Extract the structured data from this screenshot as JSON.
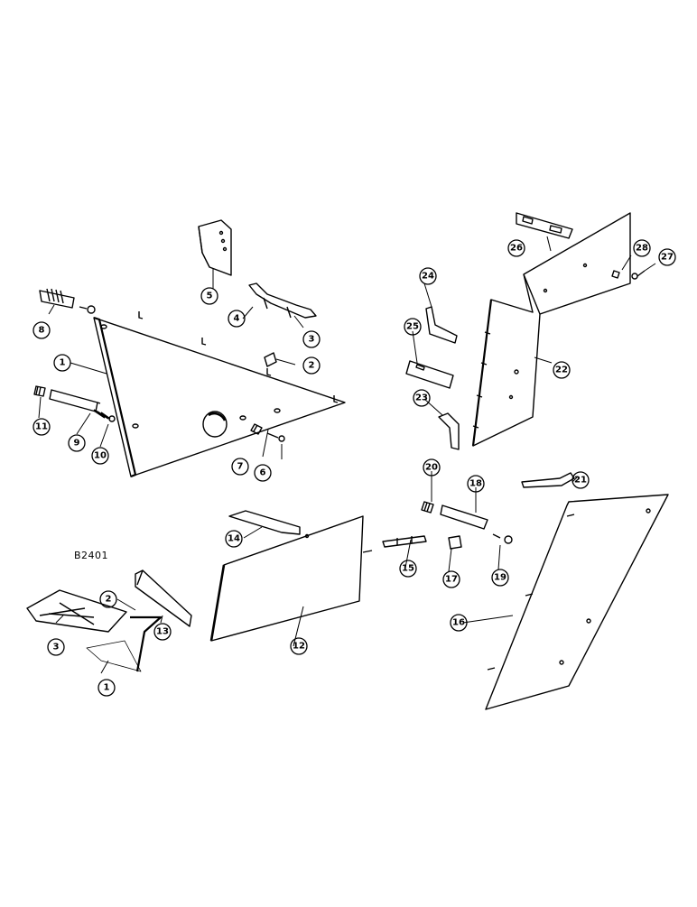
{
  "figure_ref": "B2401",
  "callouts": {
    "c1": "1",
    "c2": "2",
    "c3": "3",
    "c4": "4",
    "c5": "5",
    "c6": "6",
    "c7": "7",
    "c8": "8",
    "c9": "9",
    "c10": "10",
    "c11": "11",
    "c12": "12",
    "c13": "13",
    "c14": "14",
    "c15": "15",
    "c16": "16",
    "c17": "17",
    "c18": "18",
    "c19": "19",
    "c20": "20",
    "c21": "21",
    "c22": "22",
    "c23": "23",
    "c24": "24",
    "c25": "25",
    "c26": "26",
    "c27": "27",
    "c28": "28",
    "d1": "1",
    "d2": "2",
    "d3": "3"
  },
  "colors": {
    "ink": "#000000",
    "paper": "#ffffff"
  }
}
